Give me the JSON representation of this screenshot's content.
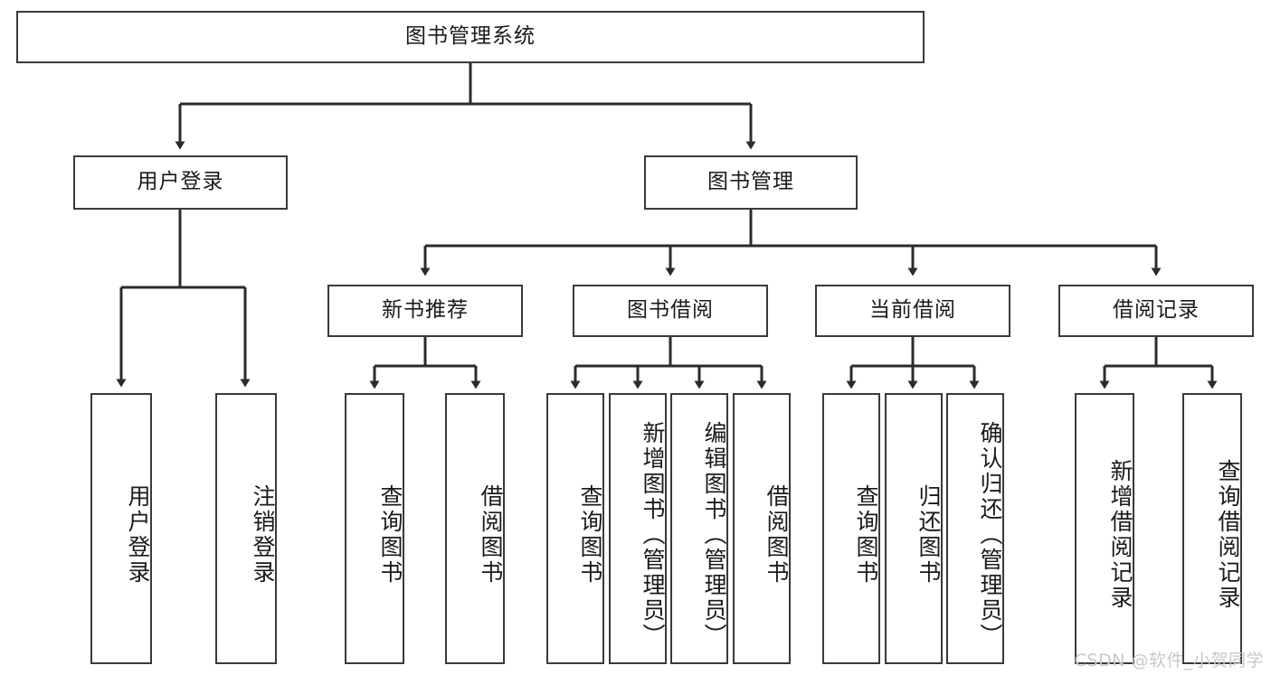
{
  "diagram": {
    "title": "图书管理系统",
    "type": "tree-hierarchy",
    "colors": {
      "box_border": "#3a3a3a",
      "box_fill": "#ffffff",
      "edge": "#2b2b2b",
      "text": "#1a1a1a",
      "watermark": "#c8c8c8"
    },
    "root": {
      "label": "图书管理系统"
    },
    "level2": [
      {
        "label": "用户登录"
      },
      {
        "label": "图书管理"
      }
    ],
    "level3": [
      {
        "label": "新书推荐"
      },
      {
        "label": "图书借阅"
      },
      {
        "label": "当前借阅"
      },
      {
        "label": "借阅记录"
      }
    ],
    "leaves": {
      "user_login": [
        {
          "label": "用户登录"
        },
        {
          "label": "注销登录"
        }
      ],
      "new_book_recommend": [
        {
          "label": "查询图书"
        },
        {
          "label": "借阅图书"
        }
      ],
      "book_borrow": [
        {
          "label": "查询图书"
        },
        {
          "label": "新增图书（管理员）"
        },
        {
          "label": "编辑图书（管理员）"
        },
        {
          "label": "借阅图书"
        }
      ],
      "current_borrow": [
        {
          "label": "查询图书"
        },
        {
          "label": "归还图书"
        },
        {
          "label": "确认归还（管理员）"
        }
      ],
      "borrow_record": [
        {
          "label": "新增借阅记录"
        },
        {
          "label": "查询借阅记录"
        }
      ]
    },
    "watermark": "CSDN @软件_小贺同学"
  }
}
